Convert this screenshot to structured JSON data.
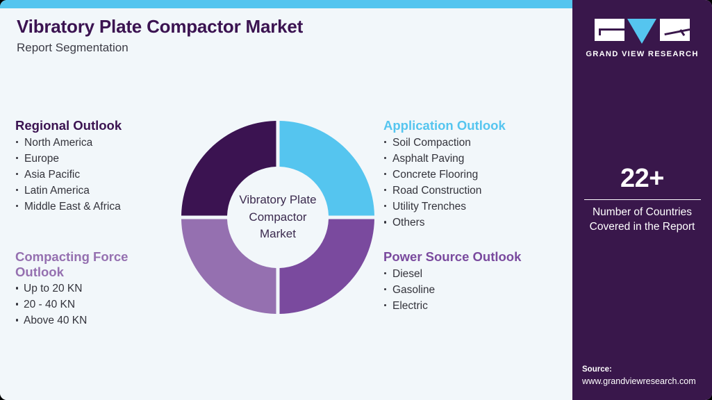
{
  "header": {
    "title": "Vibratory Plate Compactor Market",
    "subtitle": "Report Segmentation"
  },
  "colors": {
    "accent_blue": "#55c5ef",
    "dark_purple": "#3b1351",
    "panel_purple": "#39174b",
    "mid_purple": "#7a4a9e",
    "light_purple": "#9570b0",
    "page_background": "#f2f7fa",
    "body_text": "#33333b"
  },
  "segments": {
    "regional": {
      "heading": "Regional Outlook",
      "items": [
        "North America",
        "Europe",
        "Asia Pacific",
        "Latin America",
        "Middle East & Africa"
      ]
    },
    "compacting_force": {
      "heading": "Compacting Force Outlook",
      "items": [
        "Up to 20 KN",
        "20 - 40 KN",
        "Above 40 KN"
      ]
    },
    "application": {
      "heading": "Application Outlook",
      "items": [
        "Soil Compaction",
        "Asphalt Paving",
        "Concrete Flooring",
        "Road Construction",
        "Utility Trenches",
        "Others"
      ]
    },
    "power_source": {
      "heading": "Power Source Outlook",
      "items": [
        "Diesel",
        "Gasoline",
        "Electric"
      ]
    }
  },
  "donut": {
    "center_line1": "Vibratory Plate",
    "center_line2": "Compactor",
    "center_line3": "Market"
  },
  "chart_data": {
    "type": "pie",
    "title": "Vibratory Plate Compactor Market",
    "subtype": "donut",
    "legend_position": "none",
    "labels": [
      "Application Outlook",
      "Power Source Outlook",
      "Compacting Force Outlook",
      "Regional Outlook"
    ],
    "values": [
      25,
      25,
      25,
      25
    ],
    "colors": [
      "#55c5ef",
      "#7a4a9e",
      "#9570b0",
      "#3b1351"
    ]
  },
  "brand": {
    "logo_letters": [
      "G",
      "V",
      "R"
    ],
    "wordmark": "GRAND VIEW RESEARCH"
  },
  "stat": {
    "value": "22+",
    "caption_line1": "Number of Countries",
    "caption_line2": "Covered in the Report"
  },
  "source": {
    "label": "Source:",
    "url": "www.grandviewresearch.com"
  }
}
